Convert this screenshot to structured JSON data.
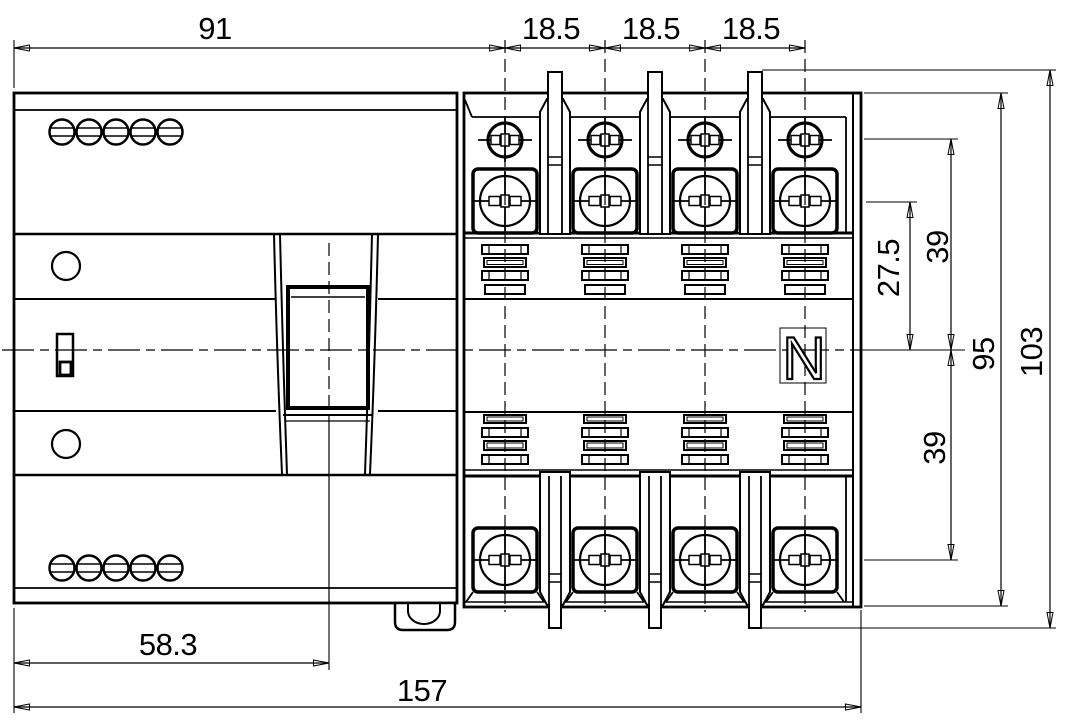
{
  "drawing": {
    "pole_label": "N",
    "dimensions": {
      "top_width": "91",
      "pole_pitch_1": "18.5",
      "pole_pitch_2": "18.5",
      "pole_pitch_3": "18.5",
      "screw_row_offset": "27.5",
      "upper_terminal_offset": "39",
      "lower_terminal_offset": "39",
      "body_height": "95",
      "overall_height": "103",
      "handle_offset": "58.3",
      "overall_width": "157"
    }
  }
}
